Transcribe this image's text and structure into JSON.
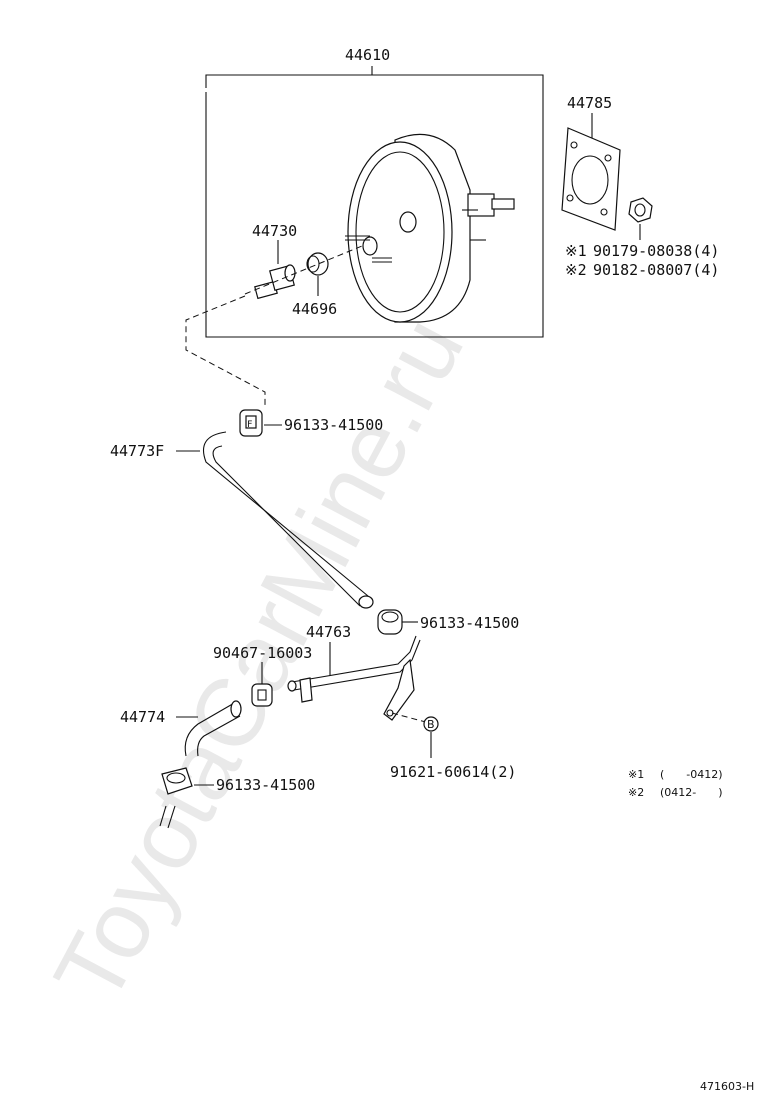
{
  "watermark": "ToyotaCarMine.ru",
  "parts": {
    "booster_assy": "44610",
    "gasket": "44785",
    "check_valve": "44730",
    "grommet": "44696",
    "hose_upper": "44773F",
    "hose_pipe": "44763",
    "hose_lower": "44774",
    "clamp_top": "96133-41500",
    "clamp_mid": "96133-41500",
    "clamp_low": "96133-41500",
    "clip": "90467-16003",
    "bolt": "91621-60614(2)",
    "nut1": "90179-08038(4)",
    "nut2": "90182-08007(4)"
  },
  "marks": {
    "note1_mark": "※1",
    "note2_mark": "※2",
    "ref_b": "B",
    "clip_f": "F"
  },
  "notes": {
    "note1_range": "(　　-0412)",
    "note2_range": "(0412-　　)"
  },
  "figure_id": "471603-H"
}
